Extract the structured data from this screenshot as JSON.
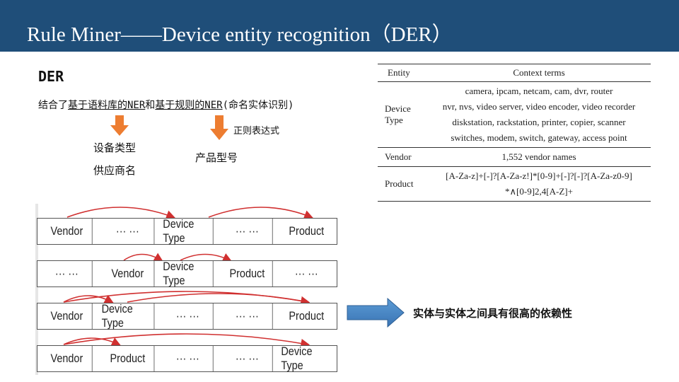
{
  "header": {
    "title": "Rule Miner——Device entity recognition（DER）"
  },
  "section": {
    "heading": "DER",
    "desc_prefix": "结合了",
    "desc_corpus": "基于语料库的NER",
    "desc_and": "和",
    "desc_rule": "基于规则的NER",
    "desc_suffix": "(命名实体识别)"
  },
  "left_branch": {
    "items": [
      "设备类型",
      "供应商名"
    ]
  },
  "right_branch": {
    "label_above": "正则表达式",
    "item": "产品型号"
  },
  "context_table": {
    "headers": [
      "Entity",
      "Context terms"
    ],
    "device_type": {
      "entity": "Device Type",
      "terms": [
        "camera, ipcam, netcam, cam, dvr, router",
        "nvr, nvs, video server, video encoder, video recorder",
        "diskstation, rackstation, printer, copier, scanner",
        "switches, modem, switch, gateway, access point"
      ]
    },
    "vendor": {
      "entity": "Vendor",
      "terms": "1,552 vendor names"
    },
    "product": {
      "entity": "Product",
      "terms": [
        "[A-Za-z]+[-]?[A-Za-z!]*[0-9]+[-]?[-]?[A-Za-z0-9]",
        "*∧[0-9]2,4[A-Z]+"
      ]
    }
  },
  "sequences": [
    [
      "Vendor",
      "··· ···",
      "Device Type",
      "··· ···",
      "Product"
    ],
    [
      "··· ···",
      "Vendor",
      "Device Type",
      "Product",
      "··· ···"
    ],
    [
      "Vendor",
      "Device Type",
      "··· ···",
      "··· ···",
      "Product"
    ],
    [
      "Vendor",
      "Product",
      "··· ···",
      "··· ···",
      "Device Type"
    ]
  ],
  "callout": {
    "text": "实体与实体之间具有很高的依赖性"
  },
  "colors": {
    "header_bg": "#1f4e79",
    "arrow_orange": "#ed7d31",
    "arrow_blue": "#4a86c8",
    "link_red": "#d03030"
  }
}
